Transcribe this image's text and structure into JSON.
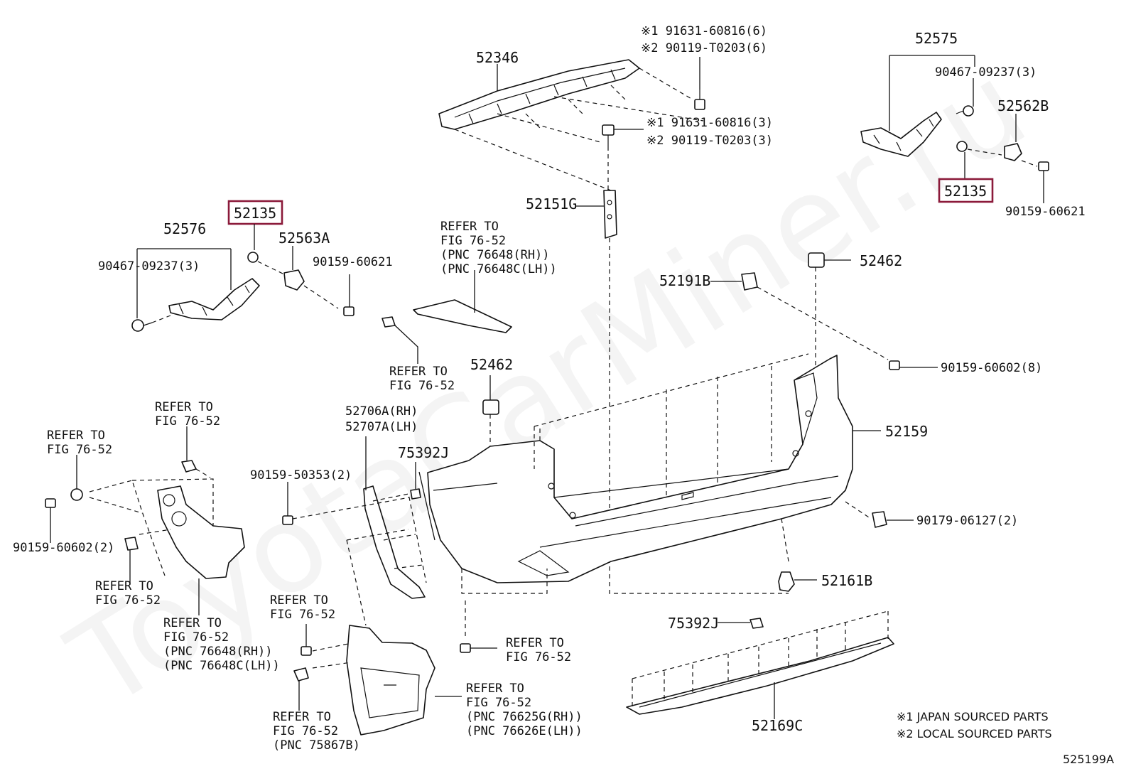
{
  "watermark": "ToyotaCarMiner.ru",
  "figure_id": "525199A",
  "highlight_color": "#8b1a3a",
  "notes": {
    "n1": "※1 JAPAN SOURCED PARTS",
    "n2": "※2 LOCAL SOURCED PARTS"
  },
  "labels": {
    "p52346": "52346",
    "bolt_top_1": "※1 91631-60816(6)",
    "bolt_top_2": "※2 90119-T0203(6)",
    "bolt_mid_1": "※1 91631-60816(3)",
    "bolt_mid_2": "※2 90119-T0203(3)",
    "p52151g": "52151G",
    "p52575": "52575",
    "p90467_r": "90467-09237(3)",
    "p52562b": "52562B",
    "p52135_r": "52135",
    "p90159_60621_r": "90159-60621",
    "p52135_l": "52135",
    "p52576": "52576",
    "p52563a": "52563A",
    "p90467_l": "90467-09237(3)",
    "p90159_60621_l": "90159-60621",
    "ref_top_1": "REFER TO",
    "ref_top_2": "FIG 76-52",
    "ref_top_3": "(PNC 76648(RH))",
    "ref_top_4": "(PNC 76648C(LH))",
    "ref_mid_1": "REFER TO",
    "ref_mid_2": "FIG 76-52",
    "p52462_top": "52462",
    "p52191b": "52191B",
    "p90159_60602_8": "90159-60602(8)",
    "p52462_mid": "52462",
    "p52159": "52159",
    "p52706a": "52706A(RH)",
    "p52707a": "52707A(LH)",
    "p75392j_1": "75392J",
    "p90159_50353": "90159-50353(2)",
    "ref_l1_1": "REFER TO",
    "ref_l1_2": "FIG 76-52",
    "ref_l2_1": "REFER TO",
    "ref_l2_2": "FIG 76-52",
    "p90159_60602_2": "90159-60602(2)",
    "ref_l3_1": "REFER TO",
    "ref_l3_2": "FIG 76-52",
    "ref_l4_1": "REFER TO",
    "ref_l4_2": "FIG 76-52",
    "ref_l4_3": "(PNC 76648(RH))",
    "ref_l4_4": "(PNC 76648C(LH))",
    "p90179_06127": "90179-06127(2)",
    "p52161b": "52161B",
    "ref_c1_1": "REFER TO",
    "ref_c1_2": "FIG 76-52",
    "ref_c2_1": "REFER TO",
    "ref_c2_2": "FIG 76-52",
    "ref_c3_1": "REFER TO",
    "ref_c3_2": "FIG 76-52",
    "ref_c3_3": "(PNC 76625G(RH))",
    "ref_c3_4": "(PNC 76626E(LH))",
    "ref_c4_1": "REFER TO",
    "ref_c4_2": "FIG 76-52",
    "ref_c4_3": "(PNC 75867B)",
    "p75392j_2": "75392J",
    "p52169c": "52169C"
  }
}
